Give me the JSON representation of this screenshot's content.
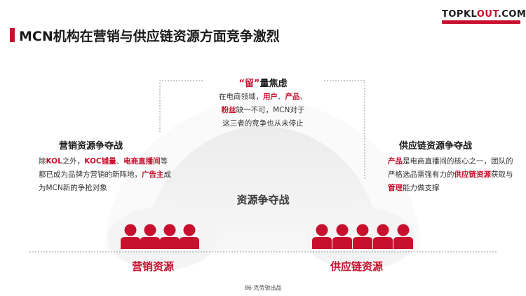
{
  "header": {
    "title": "MCN机构在营销与供应链资源方面竞争激烈",
    "logo_prefix": "TOPKL",
    "logo_accent": "OUT",
    "logo_suffix": ".COM"
  },
  "center": {
    "title_open": "“",
    "title_mark": "留",
    "title_close": "”",
    "title_rest": "量焦虑",
    "line1": "在电商领域，",
    "hl_users": "用户",
    "sep1": "、",
    "hl_products": "产品",
    "sep2": "、",
    "hl_fans": "粉丝",
    "line2": "缺一不可，MCN对于",
    "line3": "这三者的竞争也从未停止"
  },
  "left": {
    "title": "营销资源争夺战",
    "t1": "除",
    "hl_kol": "KOL",
    "t2": "之外，",
    "hl_koc": "KOC铺量",
    "t3": "、",
    "hl_live": "电商直播间",
    "t4": "等都已成为品牌方营销的新阵地，",
    "hl_ad": "广告主",
    "t5": "成为MCN新的争抢对象"
  },
  "right": {
    "title": "供应链资源争夺战",
    "hl_product": "产品",
    "t1": "是电商直播间的核心之一，团队的严格选品需强有力的",
    "hl_supply": "供应链资源",
    "t2": "获取与",
    "hl_manage": "管理",
    "t3": "能力做支撑"
  },
  "arc_label": "资源争夺战",
  "groups": {
    "left_label": "营销资源",
    "right_label": "供应链资源"
  },
  "footer": "86·克劳锐出品",
  "colors": {
    "accent": "#c8102e",
    "text": "#333333",
    "arc_fill": "#f2f2f2"
  },
  "icons": [
    "people-group-icon",
    "people-group-icon"
  ]
}
